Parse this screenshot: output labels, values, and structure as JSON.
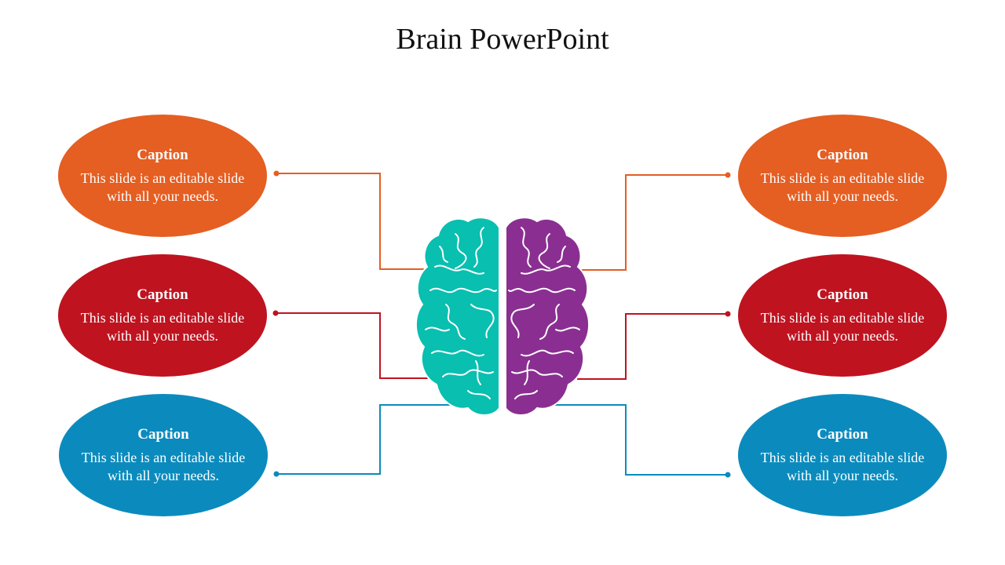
{
  "slide": {
    "title": "Brain PowerPoint"
  },
  "colors": {
    "orange": "#e55e22",
    "red": "#bf1320",
    "blue": "#0b8bbd",
    "brain_left": "#08bfb0",
    "brain_right": "#8a2f91"
  },
  "cards": {
    "left": [
      {
        "title": "Caption",
        "text": "This slide is an editable slide with all your needs.",
        "color": "orange"
      },
      {
        "title": "Caption",
        "text": "This slide is an editable slide with all your needs.",
        "color": "red"
      },
      {
        "title": "Caption",
        "text": "This slide is an editable slide with all your needs.",
        "color": "blue"
      }
    ],
    "right": [
      {
        "title": "Caption",
        "text": "This slide is an editable slide with all your needs.",
        "color": "orange"
      },
      {
        "title": "Caption",
        "text": "This slide is an editable slide with all your needs.",
        "color": "red"
      },
      {
        "title": "Caption",
        "text": "This slide is an editable slide with all your needs.",
        "color": "blue"
      }
    ]
  },
  "center_graphic": {
    "icon": "brain-icon"
  }
}
